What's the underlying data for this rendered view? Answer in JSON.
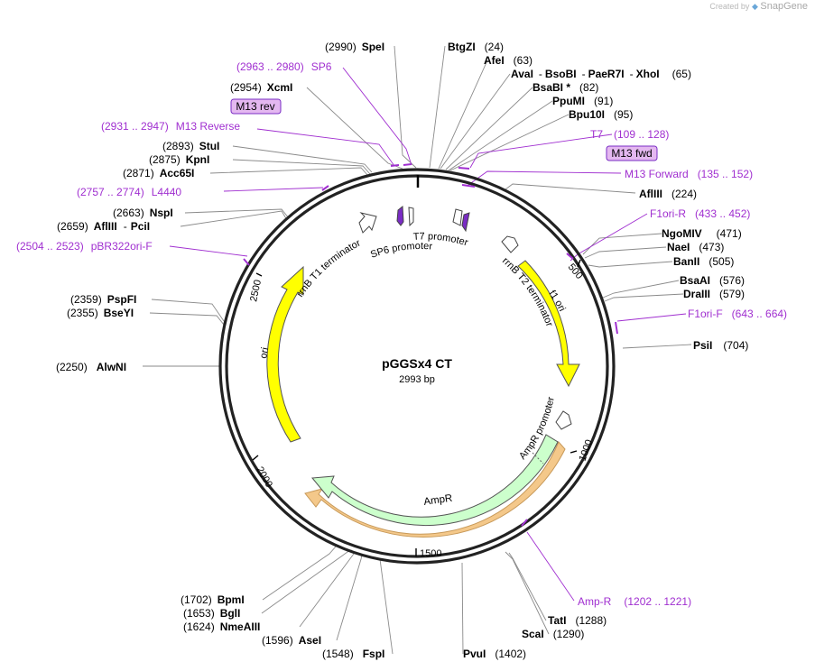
{
  "branding": {
    "created_by": "Created by",
    "app": "SnapGene"
  },
  "plasmid": {
    "name": "pGGSx4 CT",
    "length": "2993 bp"
  },
  "colors": {
    "primer": "#a02fd0",
    "ori": "#ffff00",
    "ampr": "#ccffcc",
    "orf_highlight": "#f4c88a"
  },
  "ticks": [
    "500",
    "1000",
    "1500",
    "2000",
    "2500"
  ],
  "features": {
    "f1_ori": "f1 ori",
    "ori": "ori",
    "ampr": "AmpR",
    "ampr_promoter": "AmpR promoter",
    "rrnb_t1": "rrnB T1 terminator",
    "rrnb_t2": "rrnB T2 terminator",
    "sp6_promoter": "SP6 promoter",
    "t7_promoter": "T7 promoter"
  },
  "boxed_primers": {
    "m13_rev": "M13 rev",
    "m13_fwd": "M13 fwd"
  },
  "sites": {
    "SpeI": {
      "name": "SpeI",
      "pos": "(2990)"
    },
    "BtgZI": {
      "name": "BtgZI",
      "pos": "(24)"
    },
    "AfeI": {
      "name": "AfeI",
      "pos": "(63)"
    },
    "AvaI": {
      "name": "AvaI",
      "sep1": "-",
      "name2": "BsoBI",
      "sep2": "-",
      "name3": "PaeR7I",
      "sep3": "-",
      "name4": "XhoI",
      "pos": "(65)"
    },
    "BsaBI": {
      "name": "BsaBI *",
      "pos": "(82)"
    },
    "PpuMI": {
      "name": "PpuMI",
      "pos": "(91)"
    },
    "Bpu10I": {
      "name": "Bpu10I",
      "pos": "(95)"
    },
    "XcmI": {
      "name": "XcmI",
      "pos": "(2954)"
    },
    "StuI": {
      "name": "StuI",
      "pos": "(2893)"
    },
    "KpnI": {
      "name": "KpnI",
      "pos": "(2875)"
    },
    "Acc65I": {
      "name": "Acc65I",
      "pos": "(2871)"
    },
    "NspI": {
      "name": "NspI",
      "pos": "(2663)"
    },
    "AflIII_PciI": {
      "name": "AflIII",
      "sep": "-",
      "name2": "PciI",
      "pos": "(2659)"
    },
    "AflIII": {
      "name": "AflIII",
      "pos": "(224)"
    },
    "NgoMIV": {
      "name": "NgoMIV",
      "pos": "(471)"
    },
    "NaeI": {
      "name": "NaeI",
      "pos": "(473)"
    },
    "BanII": {
      "name": "BanII",
      "pos": "(505)"
    },
    "BsaAI": {
      "name": "BsaAI",
      "pos": "(576)"
    },
    "DraIII": {
      "name": "DraIII",
      "pos": "(579)"
    },
    "PsiI": {
      "name": "PsiI",
      "pos": "(704)"
    },
    "PspFI": {
      "name": "PspFI",
      "pos": "(2359)"
    },
    "BseYI": {
      "name": "BseYI",
      "pos": "(2355)"
    },
    "AlwNI": {
      "name": "AlwNI",
      "pos": "(2250)"
    },
    "BpmI": {
      "name": "BpmI",
      "pos": "(1702)"
    },
    "BglI": {
      "name": "BglI",
      "pos": "(1653)"
    },
    "NmeAIII": {
      "name": "NmeAIII",
      "pos": "(1624)"
    },
    "AseI": {
      "name": "AseI",
      "pos": "(1596)"
    },
    "FspI": {
      "name": "FspI",
      "pos": "(1548)"
    },
    "PvuI": {
      "name": "PvuI",
      "pos": "(1402)"
    },
    "TatI": {
      "name": "TatI",
      "pos": "(1288)"
    },
    "ScaI": {
      "name": "ScaI",
      "pos": "(1290)"
    }
  },
  "primers": {
    "SP6": {
      "range": "(2963 .. 2980)",
      "name": "SP6"
    },
    "M13_Reverse": {
      "range": "(2931 .. 2947)",
      "name": "M13 Reverse"
    },
    "T7": {
      "name": "T7",
      "range": "(109 .. 128)"
    },
    "M13_Forward": {
      "name": "M13 Forward",
      "range": "(135 .. 152)"
    },
    "L4440": {
      "range": "(2757 .. 2774)",
      "name": "L4440"
    },
    "F1ori_R": {
      "name": "F1ori-R",
      "range": "(433 .. 452)"
    },
    "pBR322ori_F": {
      "range": "(2504 .. 2523)",
      "name": "pBR322ori-F"
    },
    "F1ori_F": {
      "name": "F1ori-F",
      "range": "(643 .. 664)"
    },
    "Amp_R": {
      "name": "Amp-R",
      "range": "(1202 .. 1221)"
    }
  }
}
